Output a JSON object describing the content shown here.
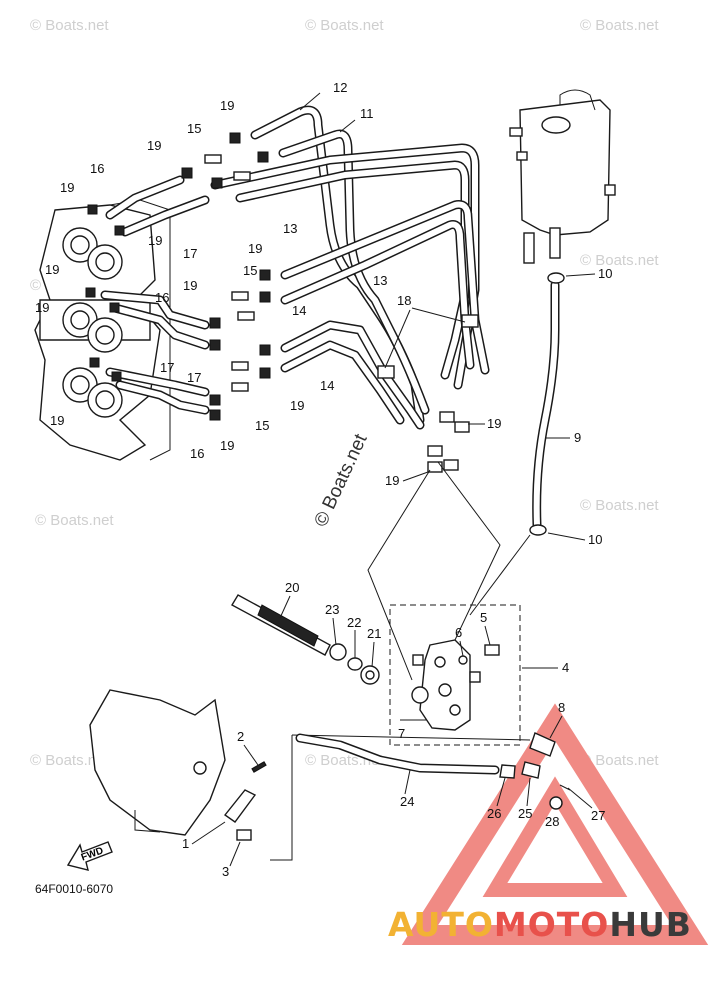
{
  "diagram_code": "64F0010-6070",
  "watermark": "© Boats.net",
  "fwd_label": "FWD",
  "brand": {
    "part1": "AUTO",
    "part2": "MOTO",
    "part3": "HUB"
  },
  "callouts": {
    "c1": "1",
    "c2": "2",
    "c3": "3",
    "c4": "4",
    "c5": "5",
    "c6": "6",
    "c7": "7",
    "c8": "8",
    "c9": "9",
    "c10a": "10",
    "c10b": "10",
    "c11": "11",
    "c12": "12",
    "c13a": "13",
    "c13b": "13",
    "c14a": "14",
    "c14b": "14",
    "c15a": "15",
    "c15b": "15",
    "c15c": "15",
    "c16a": "16",
    "c16b": "16",
    "c16c": "16",
    "c17a": "17",
    "c17b": "17",
    "c17c": "17",
    "c18": "18",
    "c19a": "19",
    "c19b": "19",
    "c19c": "19",
    "c19d": "19",
    "c19e": "19",
    "c19f": "19",
    "c19g": "19",
    "c19h": "19",
    "c19i": "19",
    "c19j": "19",
    "c19k": "19",
    "c19l": "19",
    "c20": "20",
    "c21": "21",
    "c22": "22",
    "c23": "23",
    "c24": "24",
    "c25": "25",
    "c26": "26",
    "c27": "27",
    "c28": "28"
  },
  "colors": {
    "brand_yellow": "#f2b233",
    "brand_red": "#e8514b",
    "brand_dark": "#3a3a3a",
    "triangle_red": "#f08a84"
  }
}
